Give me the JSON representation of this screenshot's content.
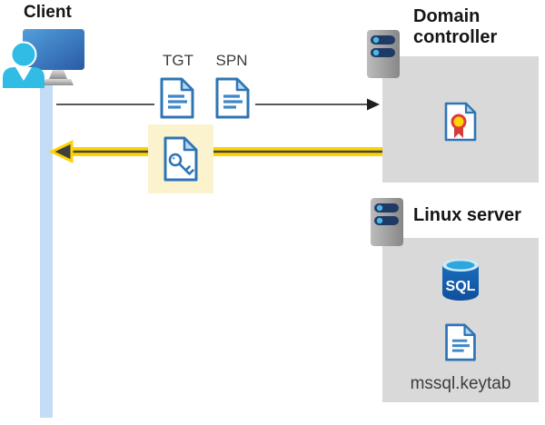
{
  "client": {
    "label": "Client"
  },
  "tickets": {
    "tgt": "TGT",
    "spn": "SPN"
  },
  "domain_controller": {
    "label": "Domain controller"
  },
  "linux_server": {
    "label": "Linux server",
    "keytab": "mssql.keytab",
    "sql_text": "SQL"
  },
  "colors": {
    "doc_blue": "#2E75B6",
    "fold_blue": "#B9D7F0",
    "box_gray": "#D9D9D9",
    "timeline_bar_blue": "#C5DCF6",
    "arrow_yellow": "#FCD303",
    "highlight_yellow": "#FBF3CE",
    "person_cyan": "#30BCE4",
    "request_line_gray": "#595959",
    "server_pill_navy": "#203A66",
    "sql_body_blue": "#1561AE",
    "certificate_seal_yellow": "#FFD504",
    "certificate_ribbon_red": "#D43C3C"
  }
}
